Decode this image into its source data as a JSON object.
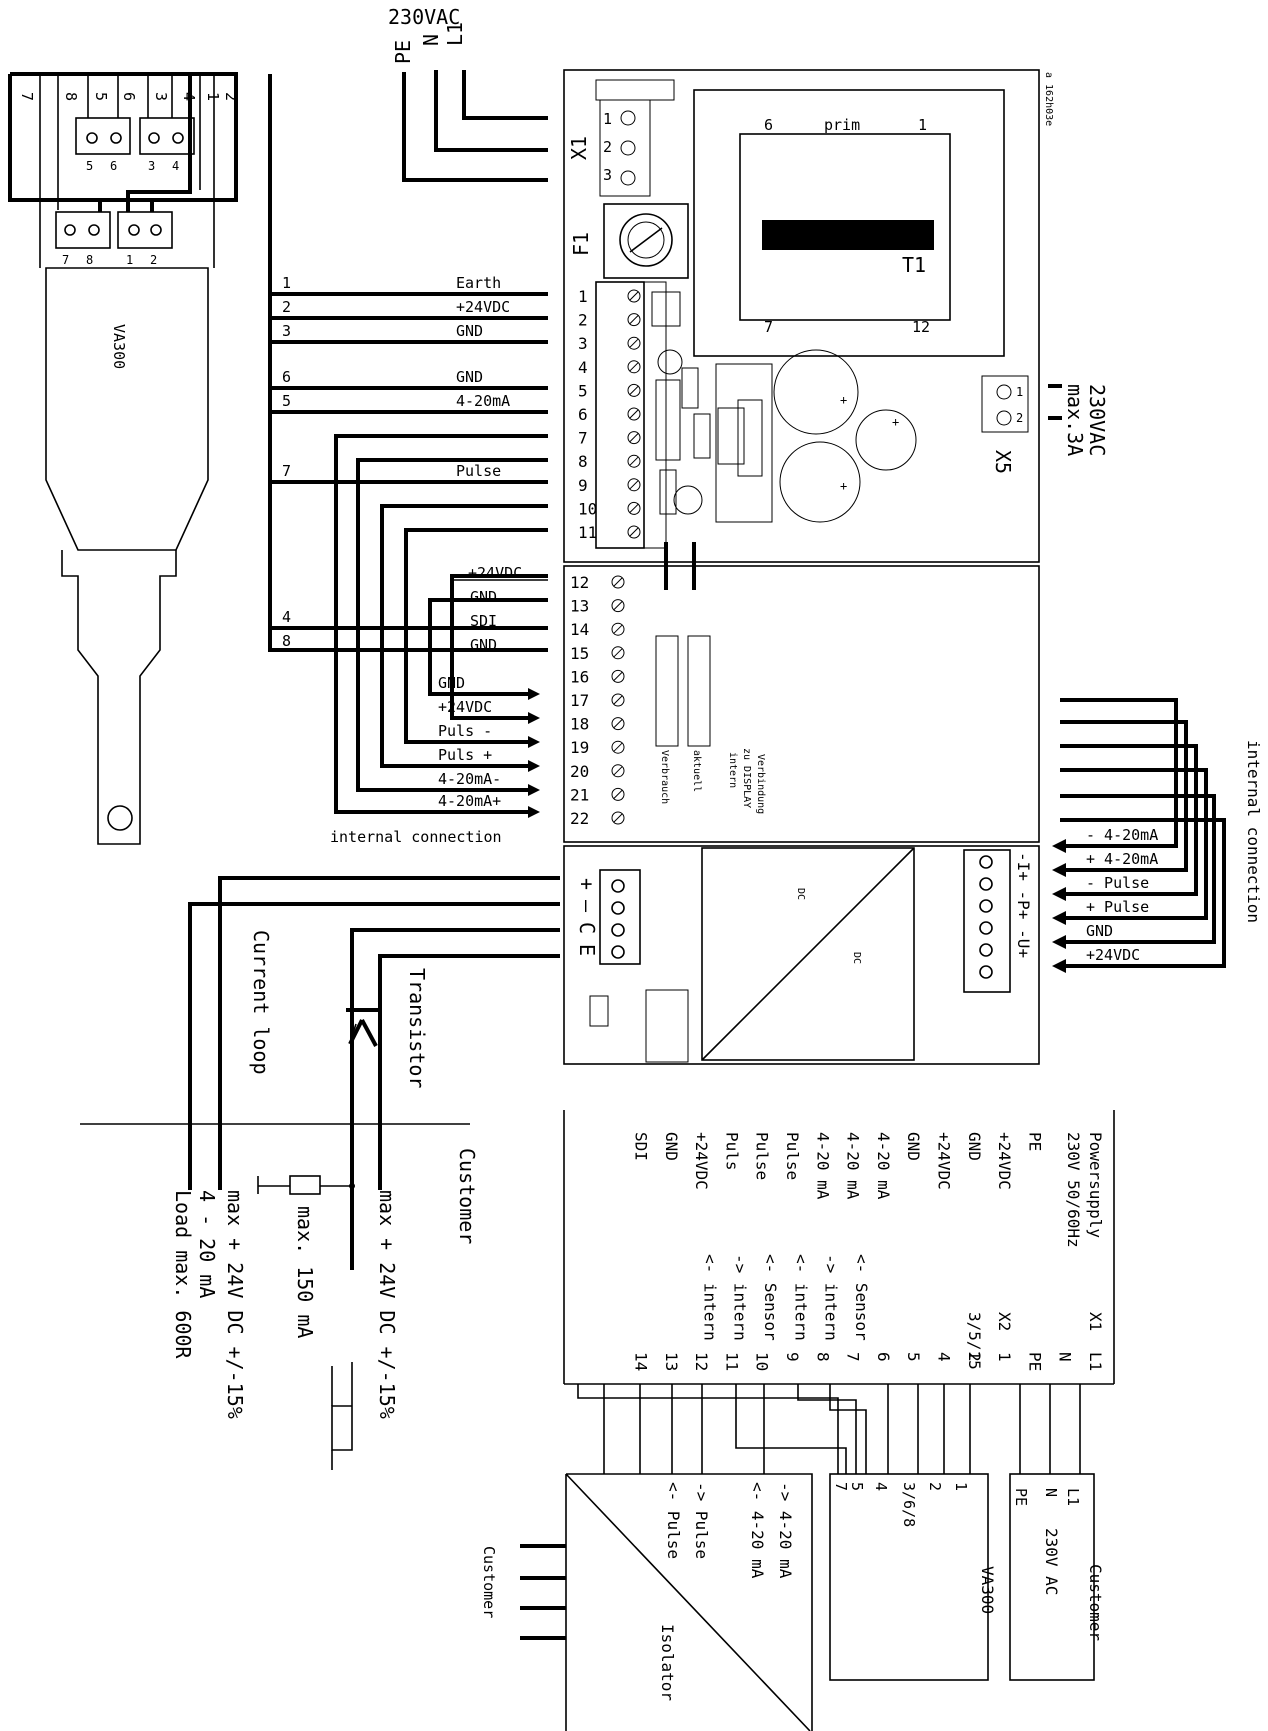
{
  "supply": {
    "title": "230VAC",
    "l1": "L1",
    "n": "N",
    "pe": "PE"
  },
  "doc_code": "a 162h03e",
  "upper_board": {
    "x1_label": "X1",
    "x1_terms": [
      "1",
      "2",
      "3"
    ],
    "f1_label": "F1",
    "transformer": {
      "label": "T1",
      "prim": "prim",
      "pin6": "6",
      "pin1": "1",
      "pin7": "7",
      "pin12": "12"
    },
    "x5": {
      "label": "X5",
      "line1": "230VAC",
      "line2": "max.3A",
      "terms": [
        "1",
        "2"
      ]
    },
    "terminals": [
      "1",
      "2",
      "3",
      "4",
      "5",
      "6",
      "7",
      "8",
      "9",
      "10",
      "11"
    ],
    "signals": [
      "Earth",
      "+24VDC",
      "GND",
      "GND",
      "4-20mA"
    ],
    "pulse": "Pulse"
  },
  "sensor": {
    "name": "VA300",
    "top_pins": [
      "7",
      "8",
      "5",
      "6",
      "3",
      "4",
      "1",
      "2"
    ],
    "pair_a": [
      "5",
      "6"
    ],
    "pair_b": [
      "3",
      "4"
    ],
    "pair_c": [
      "7",
      "8"
    ],
    "pair_d": [
      "1",
      "2"
    ],
    "wire_numbers": [
      "1",
      "2",
      "3",
      "6",
      "5",
      "7",
      "4",
      "8"
    ]
  },
  "middle_board": {
    "terminals": [
      "12",
      "13",
      "14",
      "15",
      "16",
      "17",
      "18",
      "19",
      "20",
      "21",
      "22"
    ],
    "labels_in": [
      "+24VDC",
      "GND",
      "SDI",
      "GND"
    ],
    "labels_out": [
      "GND",
      "+24VDC",
      "Puls  -",
      "Puls  +",
      "4-20mA-",
      "4-20mA+"
    ],
    "internal_connection": "internal connection",
    "verbrauch": "Verbrauch",
    "aktuell": "aktuell",
    "display_note": [
      "Verbindung",
      "zu DISPLAY",
      "intern"
    ]
  },
  "lower_board": {
    "terms": [
      "+",
      "—",
      "C",
      "E"
    ],
    "dc_in": "DC",
    "dc_out": "DC",
    "right_terms": "-I+ -P+ -U+",
    "right_labels": [
      "- 4-20mA",
      "+ 4-20mA",
      "- Pulse",
      "+ Pulse",
      "GND",
      "+24VDC"
    ],
    "internal_connection": "internal connection"
  },
  "customer_side": {
    "customer": "Customer",
    "current_loop": "Current loop",
    "transistor": "Transistor",
    "col1": [
      "4 - 20 mA",
      "Load max. 600R"
    ],
    "col2": "max + 24V DC +/-15%",
    "col3": "max. 150 mA",
    "col4": "max + 24V DC +/-15%"
  },
  "table": {
    "rows": [
      {
        "name": "Powersupply",
        "detail": "230V 50/60Hz",
        "num": "X1",
        "pin": "L1"
      },
      {
        "name": "",
        "detail": "",
        "num": "",
        "pin": "N"
      },
      {
        "name": "PE",
        "detail": "",
        "num": "",
        "pin": "PE"
      },
      {
        "name": "+24VDC",
        "detail": "",
        "num": "X2",
        "pin": "1"
      },
      {
        "name": "GND",
        "detail": "",
        "num": "3/5/15",
        "pin": "2"
      },
      {
        "name": "+24VDC",
        "detail": "",
        "num": "",
        "pin": "4"
      },
      {
        "name": "GND",
        "detail": "",
        "num": "",
        "pin": "5"
      },
      {
        "name": "4-20 mA",
        "detail": "<- Sensor",
        "num": "",
        "pin": "6"
      },
      {
        "name": "4-20 mA",
        "detail": "-> intern",
        "num": "",
        "pin": "7"
      },
      {
        "name": "4-20 mA",
        "detail": "<- intern",
        "num": "",
        "pin": "8"
      },
      {
        "name": "Pulse",
        "detail": "<- Sensor",
        "num": "",
        "pin": "9"
      },
      {
        "name": "Pulse",
        "detail": "-> intern",
        "num": "",
        "pin": "10"
      },
      {
        "name": "Puls",
        "detail": "<- intern",
        "num": "",
        "pin": "11"
      },
      {
        "name": "+24VDC",
        "detail": "",
        "num": "",
        "pin": "12"
      },
      {
        "name": "GND",
        "detail": "",
        "num": "",
        "pin": "13"
      },
      {
        "name": "SDI",
        "detail": "",
        "num": "",
        "pin": "14"
      }
    ]
  },
  "bottom_blocks": {
    "customer_block": {
      "title": "Customer",
      "text": "230V AC",
      "pins": [
        "L1",
        "N",
        "PE"
      ]
    },
    "va300_block": {
      "title": "VA300",
      "pins": [
        "1",
        "2",
        "3/6/8",
        "4",
        "5",
        "7"
      ]
    },
    "isolator": {
      "title": "Isolator",
      "customer": "Customer",
      "labels": [
        "-> 4-20 mA",
        "<- 4-20 mA",
        "-> Pulse",
        "<- Pulse"
      ]
    }
  }
}
